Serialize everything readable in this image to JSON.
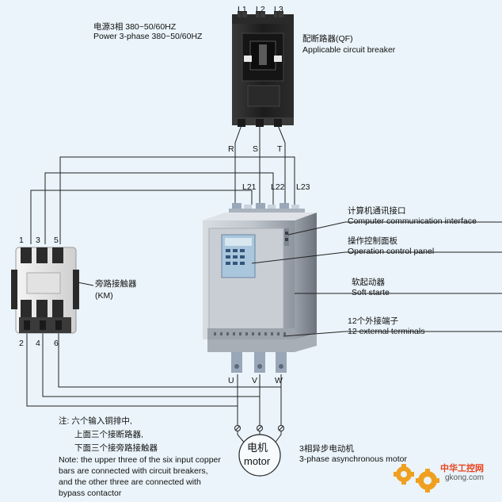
{
  "power": {
    "cn": "电源3相 380~50/60HZ",
    "en": "Power 3-phase 380~50/60HZ",
    "phases": [
      "L1",
      "L2",
      "L3"
    ]
  },
  "breaker": {
    "cn": "配断路器(QF)",
    "en": "Applicable circuit breaker",
    "outputs": [
      "R",
      "S",
      "T"
    ]
  },
  "starter_inputs": [
    "L21",
    "L22",
    "L23"
  ],
  "starter_outputs": [
    "U",
    "V",
    "W"
  ],
  "contactor": {
    "cn": "旁路接触器",
    "en": "(KM)",
    "top_terminals": [
      "1",
      "3",
      "5"
    ],
    "bottom_terminals": [
      "2",
      "4",
      "6"
    ]
  },
  "callouts": {
    "comm_cn": "计算机通讯接口",
    "comm_en": "Computer communication interface",
    "panel_cn": "操作控制面板",
    "panel_en": "Operation control panel",
    "starter_cn": "软起动器",
    "starter_en": "Soft starte",
    "terminals_cn": "12个外接端子",
    "terminals_en": "12 external terminals"
  },
  "motor": {
    "cn": "电机",
    "en": "motor",
    "label_cn": "3相异步电动机",
    "label_en": "3-phase asynchronous motor"
  },
  "note": {
    "line1": "注:  六个输入铜排中,",
    "line2": "上面三个接断路器,",
    "line3": "下面三个接旁路接触器",
    "en": "Note: the upper three of the six input copper bars are connected with circuit  breakers, and the other three are connected with bypass contactor"
  },
  "watermark": {
    "cn": "中华工控网",
    "url": "gkong.com"
  },
  "colors": {
    "background": "#eaf4fa",
    "wire": "#222222",
    "breaker_body": "#1f1f1f",
    "starter_body": "#b8bec6",
    "display_panel": "#a9c6dc",
    "watermark_orange": "#f0a020",
    "watermark_red": "#e8421c"
  }
}
